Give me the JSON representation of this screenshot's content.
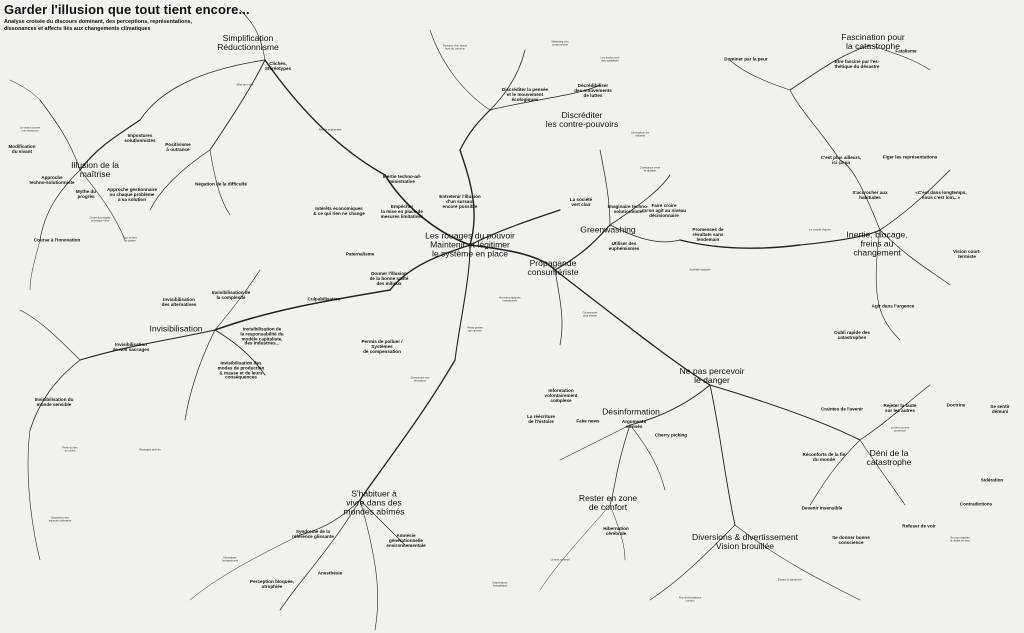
{
  "header": {
    "title": "Garder l'illusion que tout tient encore...",
    "subtitle": "Analyse croisée du discours dominant, des perceptions, représentations, dissonances et affects liés aux changements climatiques"
  },
  "hubs": [
    "Simplification\nRéductionnisme",
    "Fascination pour\nla catastrophe",
    "Discréditer\nles contre-pouvoirs",
    "Illusion de la\nmaîtrise",
    "Les rouages du pouvoir\nMaintenir et légitimer\nle système en place",
    "Greenwashing",
    "Propagande\nconsumériste",
    "Inertie, blocage,\nfreins au\nchangement",
    "Invisibilisation",
    "Ne pas percevoir\nle danger",
    "Désinformation",
    "Déni de la\ncatastrophe",
    "S'habituer à\nvivre dans des\nmondes abîmés",
    "Rester en zone\nde confort",
    "Diversions & divertissement\nVision brouillée"
  ],
  "categories": [
    "Clichés,\nStéréotypes",
    "Impostures\nsolutionnistes",
    "Positivisme\nà outrance",
    "Négation de la difficulté",
    "Discréditer la pensée\net le mouvement\nécologiques",
    "Décrédibiliser\ndes mouvements\nde luttes",
    "Dominer par la peur",
    "Etre fasciné par l'es-\nthétique du désastre",
    "Fatalisme",
    "Modification\ndu vivant",
    "Approche\ntechno-solutionniste",
    "Mythe du\nprogrès",
    "Approche gestionnaire\nou chaque problème\na sa solution",
    "Course à l'innovation",
    "Inertie techno-ad-\nministrative",
    "Intérêts économiques\n& ce qui rien ne change",
    "Empêcher\nla mise en place de\nmesures limitatives",
    "Entretenir l'illusion\nd'un sursaut\nencore possible",
    "La société\nvert clair",
    "Imaginaire techno-\nsolutionniste",
    "Faire croire\nqu'on agit au niveau\ndécisionnaire",
    "Promesses de\nrésultats sans\nlendemain",
    "Utiliser des\neuphémismes",
    "Figer les représentations",
    "C'est plus ailleurs,\nici ça va",
    "S'accrocher aux\nhabitudes",
    "«C'est dans longtemps,\nnous c'est loin...»",
    "Vision court-\ntermiste",
    "Agir dans l'urgence",
    "Oubli rapide des\ncatastrophes",
    "Paternalisme",
    "Donner l'illusion\nde la bonne santé\ndes milieux",
    "Culpabilisation",
    "Permis de polluer /\nSystèmes\nde compensation",
    "Invisibilisation\ndes alternatives",
    "Invisibilisation de\nla responsabilité du\nmodèle capitaliste,\ndes industries...",
    "Invisibilisation des\nmodes de production\n& masse et de leurs\nconséquences",
    "Invisibilisation de\nla complexité",
    "Invisibilisation\nde nos saccages",
    "Invisibilisation du\nmonde sensible",
    "Information\nvolontairement\ncomplexe",
    "La réécriture\nde l'histoire",
    "Fake news",
    "Arguments\nerronés",
    "Cherry picking",
    "Rejeter la faute\nsur les autres",
    "Craintes de l'avenir",
    "Doctrine",
    "Se sentir démuni",
    "Réconforts de la fin\ndu monde",
    "Sidération",
    "Devenir insensible",
    "Contradictions",
    "Se donner bonne\nconscience",
    "Refuser de voir",
    "Syndrome de la\nréférence glissante",
    "Amnésie\ngénérationnelle\nenvironnementale",
    "Anesthésie",
    "Perception bloquée,\natrophiée",
    "Hibernation\ncérébrale"
  ],
  "leaves": [
    "Fonction d'un espoir\nhors du commun",
    "Marketing vert\nconsumériste",
    "Le vivant comme\nune ressource",
    "Bonnes pratiques\nindividuelles",
    "Croissance verte\net durable",
    "Petits gestes\nqui sauvent",
    "Compenser ses\némissions",
    "Tout va bien\nse passer",
    "Croire au progrès\ntechnique infini",
    "Effet de mode",
    "Réalité augmentée",
    "Sobriété imposée",
    "Le déni comme\nprotection",
    "Ne pas regarder\nla réalité en face",
    "Normaliser\nl'exceptionnel",
    "Confort matériel",
    "Dépendance\nénergétique",
    "Les écolos sont\ndes ayatollahs",
    "Criminaliser les\nmilitants",
    "Le monde d'après",
    "Écrans & distraction",
    "Flux d'informations\ncontinu",
    "Consommer\npour exister",
    "Perte du lien\nau vivant",
    "Paysages abîmés",
    "Disparition des\nespèces ordinaires"
  ]
}
